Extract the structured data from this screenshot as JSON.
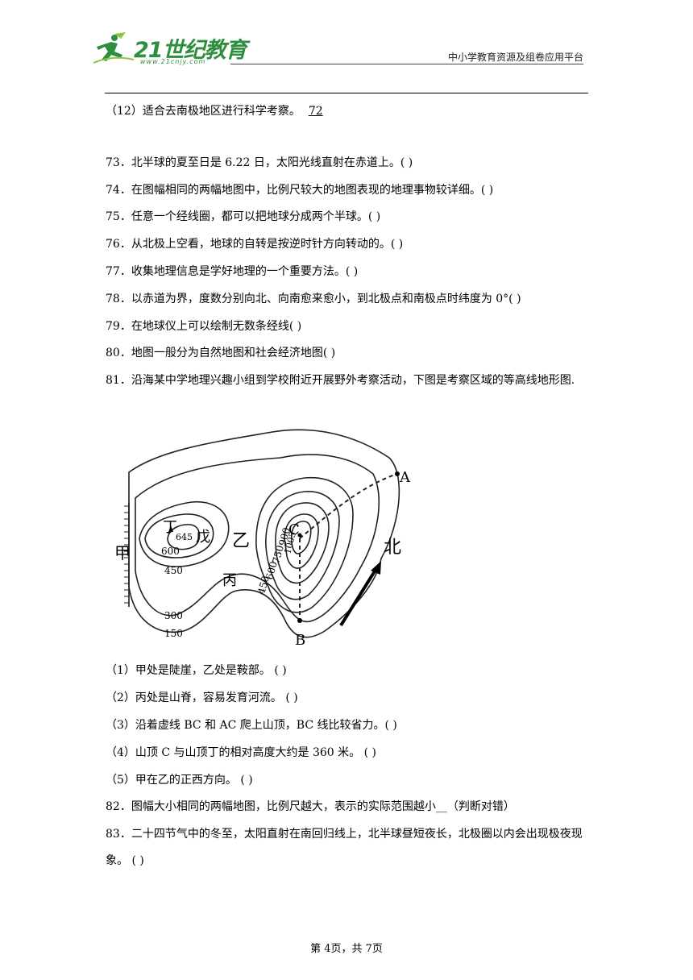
{
  "header": {
    "logo_text": "21世纪教育",
    "logo_sub": "www.21cnjy.com",
    "platform": "中小学教育资源及组卷应用平台"
  },
  "prev_item": "（12）适合去南极地区进行科学考察。",
  "prev_item_blank": "72",
  "items": [
    "73．北半球的夏至日是  6.22  日，太阳光线直射在赤道上。(          )",
    "74．在图幅相同的两幅地图中，比例尺较大的地图表现的地理事物较详细。(          )",
    "75．任意一个经线圈，都可以把地球分成两个半球。(          )",
    "76．从北极上空看，地球的自转是按逆时针方向转动的。(          )",
    "77．收集地理信息是学好地理的一个重要方法。(          )",
    "78．以赤道为界，度数分别向北、向南愈来愈小，到北极点和南极点时纬度为 0°(          )",
    "79．在地球仪上可以绘制无数条经线(          )",
    "80．地图一般分为自然地图和社会经济地图(          )"
  ],
  "q81": {
    "stem": "81．沿海某中学地理兴趣小组到学校附近开展野外考察活动，下图是考察区域的等高线地形图.",
    "map_labels": {
      "jia": "甲",
      "yi": "乙",
      "bing": "丙",
      "ding": "丁",
      "wu": "戊",
      "a": "A",
      "b": "B",
      "c": "C",
      "north": "北",
      "peak_ding": "645",
      "peak_c": "1005",
      "c600": "600",
      "c450": "450",
      "c300": "300",
      "c150": "150",
      "r900": "900",
      "r750": "750",
      "r600": "600",
      "r450": "450"
    },
    "subs": [
      "（1）甲处是陡崖，乙处是鞍部。                 (           )",
      "（2）丙处是山脊，容易发育河流。               (           )",
      "（3）沿着虚线 BC 和 AC 爬上山顶，BC 线比较省力。(          )",
      "（4）山顶 C 与山顶丁的相对高度大约是 360 米。  (          )",
      "（5）甲在乙的正西方向。                        (           )"
    ]
  },
  "q82": "82．图幅大小相同的两幅地图，比例尺越大，表示的实际范围越小__（判断对错）",
  "q83": "83．二十四节气中的冬至，太阳直射在南回归线上，北半球昼短夜长，北极圈以内会出现极夜现象。 (            )",
  "footer": "第 4页，共 7页"
}
